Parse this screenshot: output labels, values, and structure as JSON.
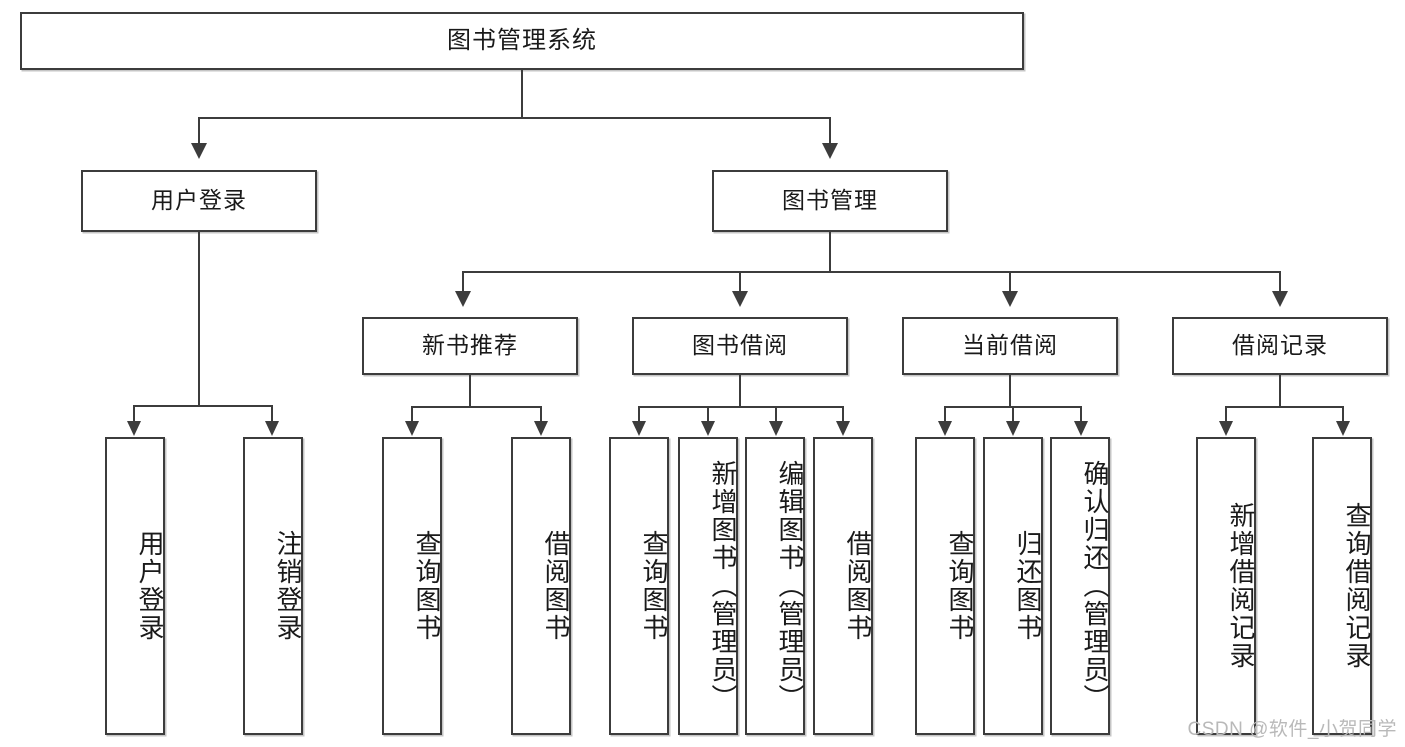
{
  "diagram": {
    "title": "图书管理系统",
    "type": "tree-hierarchy",
    "watermark": "CSDN @软件_小贺同学",
    "colors": {
      "box_border": "#3c3c3c",
      "box_fill": "#ffffff",
      "connector": "#3c3c3c",
      "text": "#1a1a1a",
      "watermark": "#b9b9b9"
    },
    "root": {
      "label": "图书管理系统"
    },
    "level2": [
      {
        "label": "用户登录"
      },
      {
        "label": "图书管理"
      }
    ],
    "level3": [
      {
        "label": "新书推荐"
      },
      {
        "label": "图书借阅"
      },
      {
        "label": "当前借阅"
      },
      {
        "label": "借阅记录"
      }
    ],
    "leaves": {
      "user_login": [
        {
          "label": "用户登录"
        },
        {
          "label": "注销登录"
        }
      ],
      "new_book_recommend": [
        {
          "label": "查询图书"
        },
        {
          "label": "借阅图书"
        }
      ],
      "book_borrow": [
        {
          "label": "查询图书"
        },
        {
          "label": "新增图书（管理员）"
        },
        {
          "label": "编辑图书（管理员）"
        },
        {
          "label": "借阅图书"
        }
      ],
      "current_borrow": [
        {
          "label": "查询图书"
        },
        {
          "label": "归还图书"
        },
        {
          "label": "确认归还（管理员）"
        }
      ],
      "borrow_record": [
        {
          "label": "新增借阅记录"
        },
        {
          "label": "查询借阅记录"
        }
      ]
    }
  }
}
